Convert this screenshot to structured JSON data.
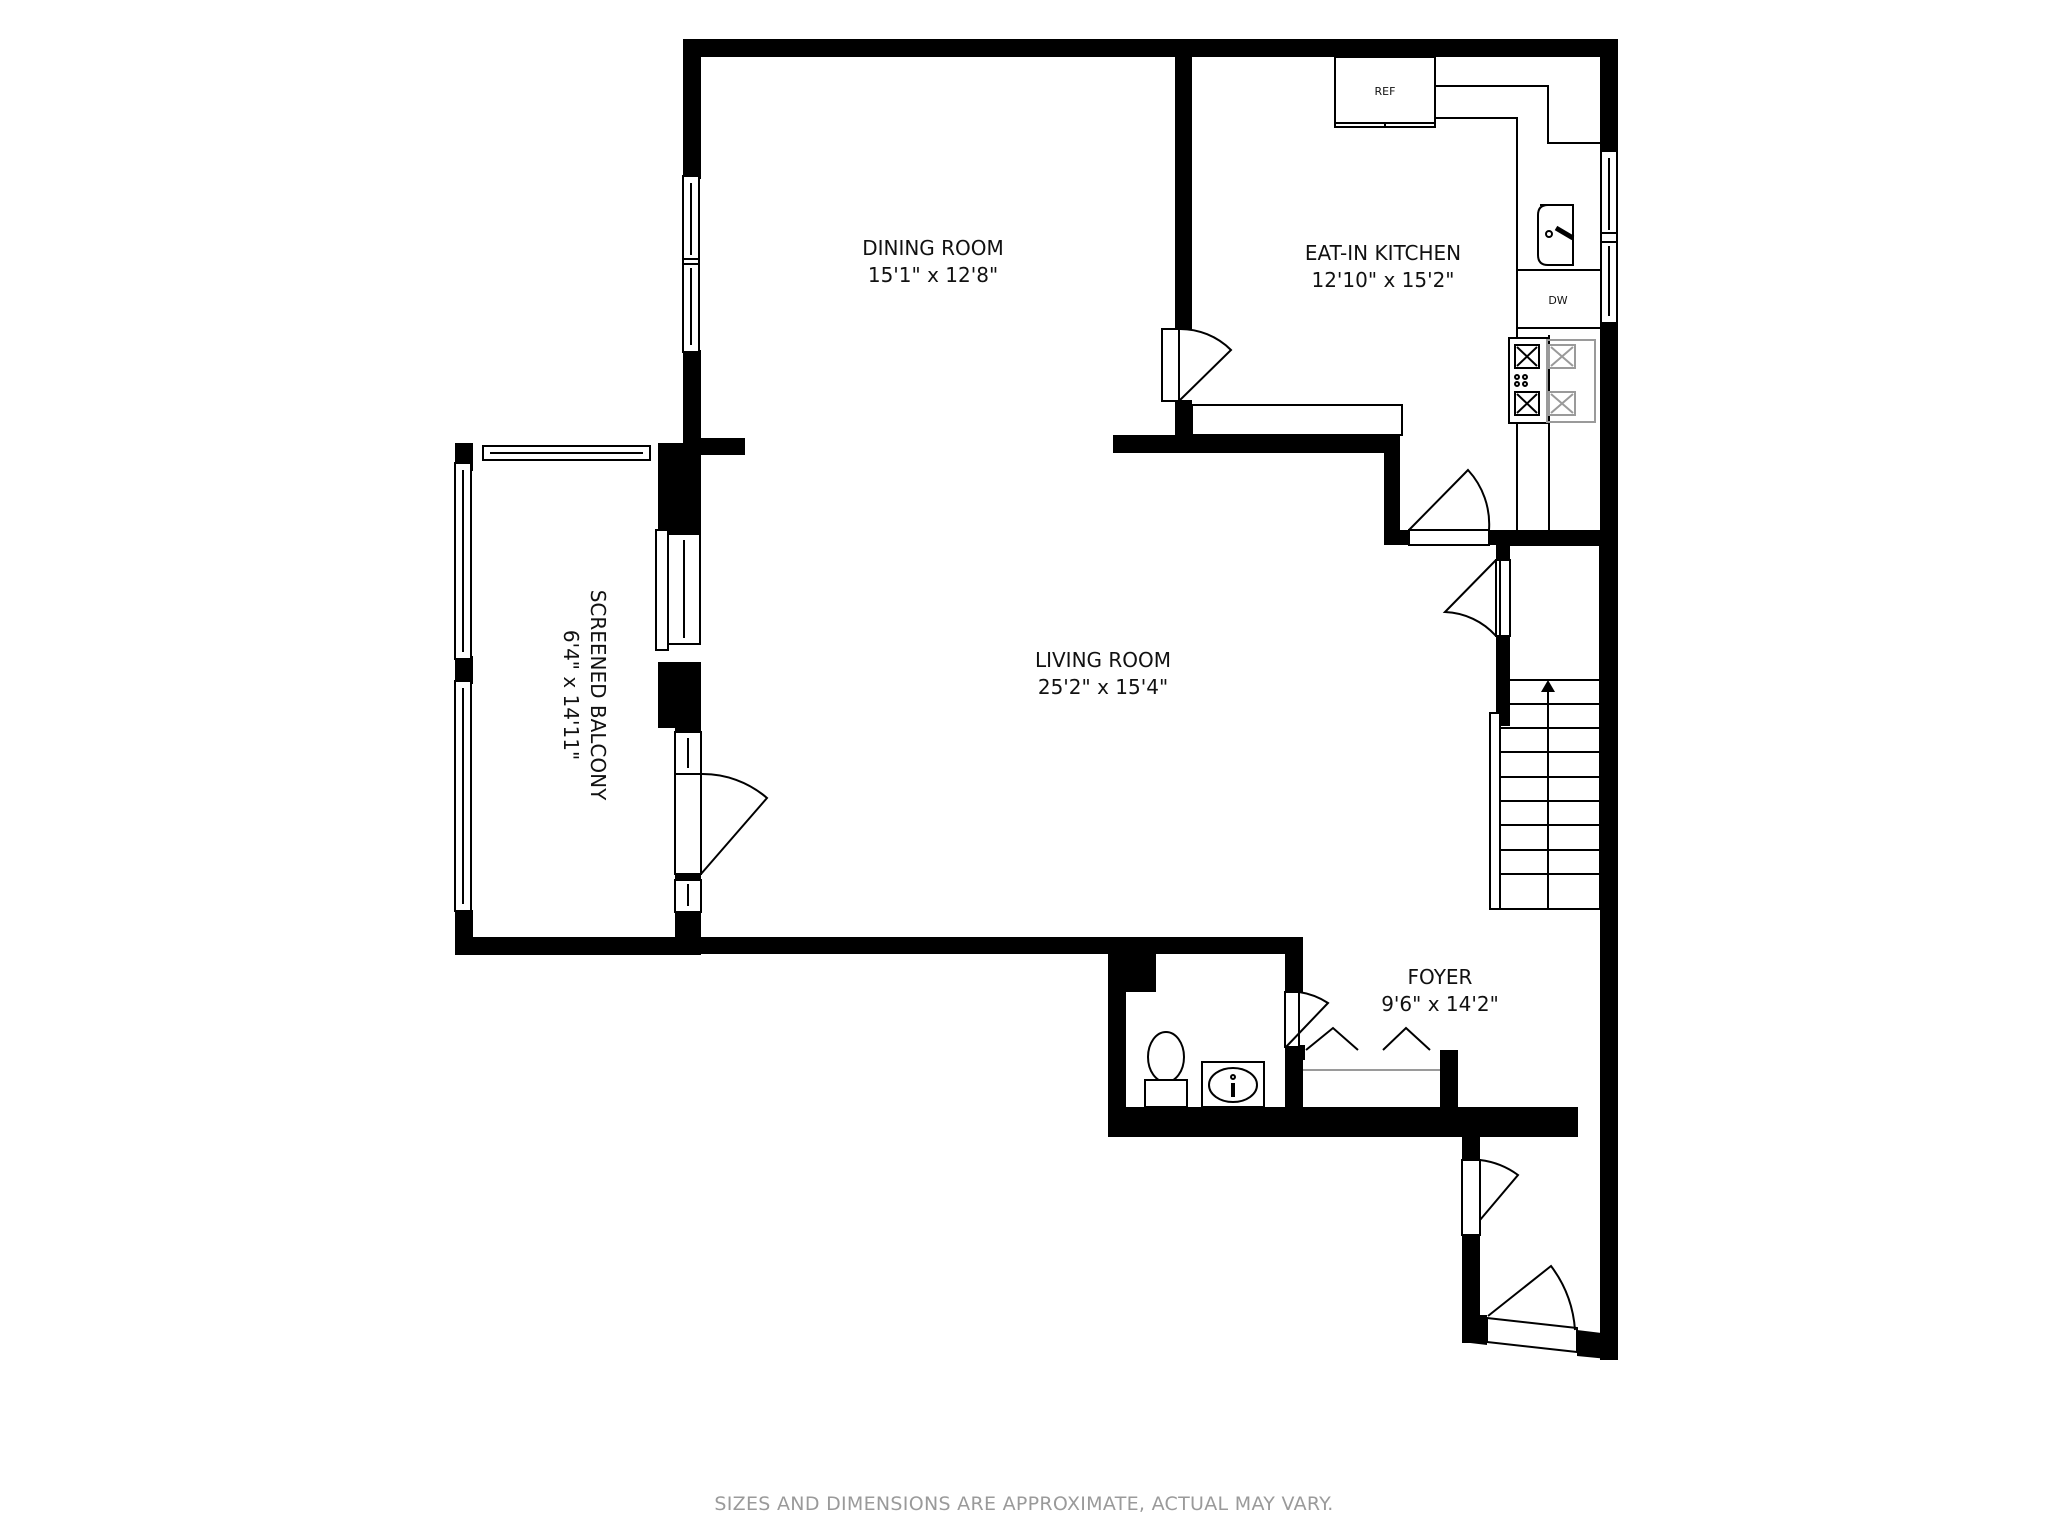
{
  "floorplan": {
    "rooms": [
      {
        "id": "dining-room",
        "name": "DINING ROOM",
        "dimensions": "15'1\" x 12'8\""
      },
      {
        "id": "eat-in-kitchen",
        "name": "EAT-IN KITCHEN",
        "dimensions": "12'10\" x 15'2\""
      },
      {
        "id": "living-room",
        "name": "LIVING ROOM",
        "dimensions": "25'2\" x 15'4\""
      },
      {
        "id": "screened-balcony",
        "name": "SCREENED BALCONY",
        "dimensions": "6'4\" x 14'11\""
      },
      {
        "id": "foyer",
        "name": "FOYER",
        "dimensions": "9'6\" x 14'2\""
      }
    ],
    "fixtures": {
      "refrigerator": "REF",
      "dishwasher": "DW"
    },
    "icons": [
      "door-swing-icon",
      "window-icon",
      "toilet-icon",
      "sink-icon",
      "stove-icon",
      "stairs-up-arrow-icon"
    ],
    "colors": {
      "wall": "#000000",
      "background": "#ffffff",
      "disclaimer": "#9a9a9a"
    }
  },
  "footer": {
    "disclaimer": "SIZES AND DIMENSIONS ARE APPROXIMATE, ACTUAL MAY VARY."
  }
}
